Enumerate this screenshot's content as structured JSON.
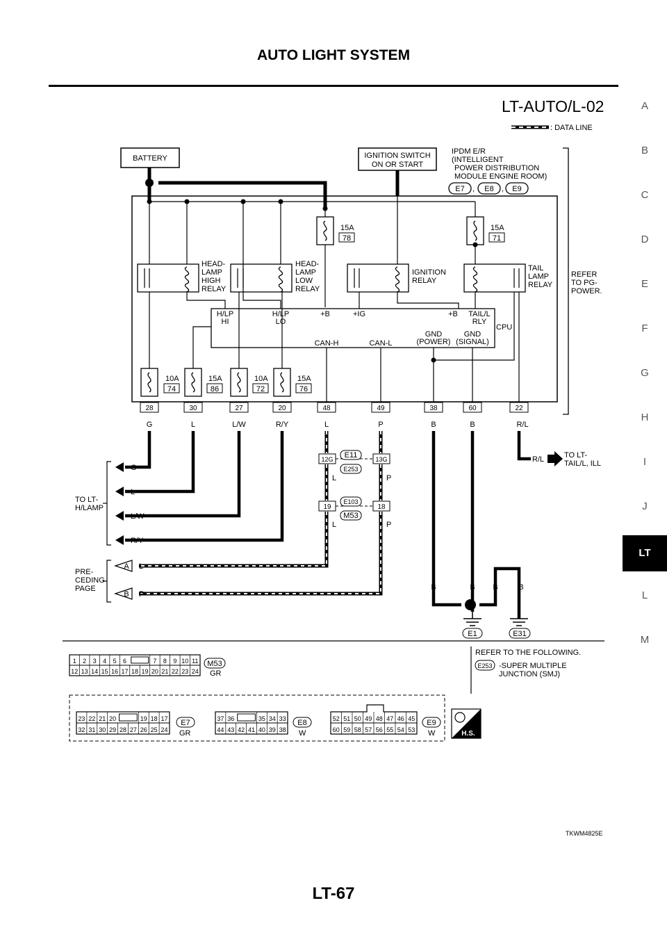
{
  "header": {
    "title": "AUTO LIGHT SYSTEM"
  },
  "diagram_code": "LT-AUTO/L-02",
  "side_index": {
    "letters": [
      "A",
      "B",
      "C",
      "D",
      "E",
      "F",
      "G",
      "H",
      "I",
      "J",
      "LT",
      "L",
      "M"
    ],
    "active": "LT"
  },
  "legend": {
    "data_line": ": DATA LINE"
  },
  "blocks": {
    "battery": "BATTERY",
    "ign_1": "IGNITION SWITCH",
    "ign_2": "ON OR START",
    "ipdm_1": "IPDM E/R",
    "ipdm_2": "(INTELLIGENT",
    "ipdm_3": "POWER DISTRIBUTION",
    "ipdm_4": "MODULE ENGINE ROOM)",
    "ipdm_conns": [
      "E7",
      "E8",
      "E9"
    ],
    "refer_1": "REFER",
    "refer_2": "TO PG-",
    "refer_3": "POWER."
  },
  "fuses_top": [
    {
      "amp": "15A",
      "num": "78"
    },
    {
      "amp": "15A",
      "num": "71"
    }
  ],
  "fuses_bottom": [
    {
      "amp": "10A",
      "num": "74"
    },
    {
      "amp": "15A",
      "num": "86"
    },
    {
      "amp": "10A",
      "num": "72"
    },
    {
      "amp": "15A",
      "num": "76"
    }
  ],
  "relays": {
    "hi": [
      "HEAD-",
      "LAMP",
      "HIGH",
      "RELAY"
    ],
    "lo": [
      "HEAD-",
      "LAMP",
      "LOW",
      "RELAY"
    ],
    "ign": [
      "IGNITION",
      "RELAY"
    ],
    "tail": [
      "TAIL",
      "LAMP",
      "RELAY"
    ]
  },
  "cpu": {
    "hlp_hi_1": "H/LP",
    "hlp_hi_2": "HI",
    "hlp_lo_1": "H/LP",
    "hlp_lo_2": "LO",
    "b1": "+B",
    "ig": "+IG",
    "b2": "+B",
    "tail_1": "TAIL/L",
    "tail_2": "RLY",
    "cpu": "CPU",
    "canh": "CAN-H",
    "canl": "CAN-L",
    "gndp_1": "GND",
    "gndp_2": "(POWER)",
    "gnds_1": "GND",
    "gnds_2": "(SIGNAL)"
  },
  "terminals": [
    {
      "pin": "28",
      "color": "G"
    },
    {
      "pin": "30",
      "color": "L"
    },
    {
      "pin": "27",
      "color": "L/W"
    },
    {
      "pin": "20",
      "color": "R/Y"
    },
    {
      "pin": "48",
      "color": "L"
    },
    {
      "pin": "49",
      "color": "P"
    },
    {
      "pin": "38",
      "color": "B"
    },
    {
      "pin": "60",
      "color": "B"
    },
    {
      "pin": "22",
      "color": "R/L"
    }
  ],
  "hlamp": {
    "title_1": "TO LT-",
    "title_2": "H/LAMP",
    "wires": [
      "G",
      "L",
      "L/W",
      "R/Y"
    ]
  },
  "tail_out": {
    "wire": "R/L",
    "dest_1": "TO LT-",
    "dest_2": "TAIL/L, ILL"
  },
  "joints": {
    "pin_l1": "12G",
    "pin_p1": "13G",
    "conn_1a": "E11",
    "conn_1b": "E253",
    "wire_l": "L",
    "wire_p": "P",
    "pin_l2": "19",
    "pin_p2": "18",
    "conn_2a": "E103",
    "conn_2b": "M53"
  },
  "prev_page": {
    "title_1": "PRE-",
    "title_2": "CEDING",
    "title_3": "PAGE",
    "a": "A",
    "b": "B",
    "wire_a": "L",
    "wire_b": "P"
  },
  "grounds": {
    "wires": [
      "B",
      "B",
      "B",
      "B"
    ],
    "e1": "E1",
    "e31": "E31"
  },
  "connectors": {
    "m53": {
      "row1": [
        "1",
        "2",
        "3",
        "4",
        "5",
        "6",
        "7",
        "8",
        "9",
        "10",
        "11"
      ],
      "row2": [
        "12",
        "13",
        "14",
        "15",
        "16",
        "17",
        "18",
        "19",
        "20",
        "21",
        "22",
        "23",
        "24"
      ],
      "name": "M53",
      "color": "GR"
    },
    "e7": {
      "row1": [
        "23",
        "22",
        "21",
        "20",
        "19",
        "18",
        "17"
      ],
      "row2": [
        "32",
        "31",
        "30",
        "29",
        "28",
        "27",
        "26",
        "25",
        "24"
      ],
      "name": "E7",
      "color": "GR"
    },
    "e8": {
      "row1": [
        "37",
        "36",
        "35",
        "34",
        "33"
      ],
      "row2": [
        "44",
        "43",
        "42",
        "41",
        "40",
        "39",
        "38"
      ],
      "name": "E8",
      "color": "W"
    },
    "e9": {
      "row1": [
        "52",
        "51",
        "50",
        "49",
        "48",
        "47",
        "46",
        "45"
      ],
      "row2": [
        "60",
        "59",
        "58",
        "57",
        "56",
        "55",
        "54",
        "53"
      ],
      "name": "E9",
      "color": "W"
    }
  },
  "refer_note": {
    "title": "REFER TO THE FOLLOWING.",
    "code": "E253",
    "text_1": "-SUPER MULTIPLE",
    "text_2": "JUNCTION (SMJ)"
  },
  "hs_badge": "H.S.",
  "figure_id": "TKWM4825E",
  "footer": {
    "page": "LT-67"
  }
}
